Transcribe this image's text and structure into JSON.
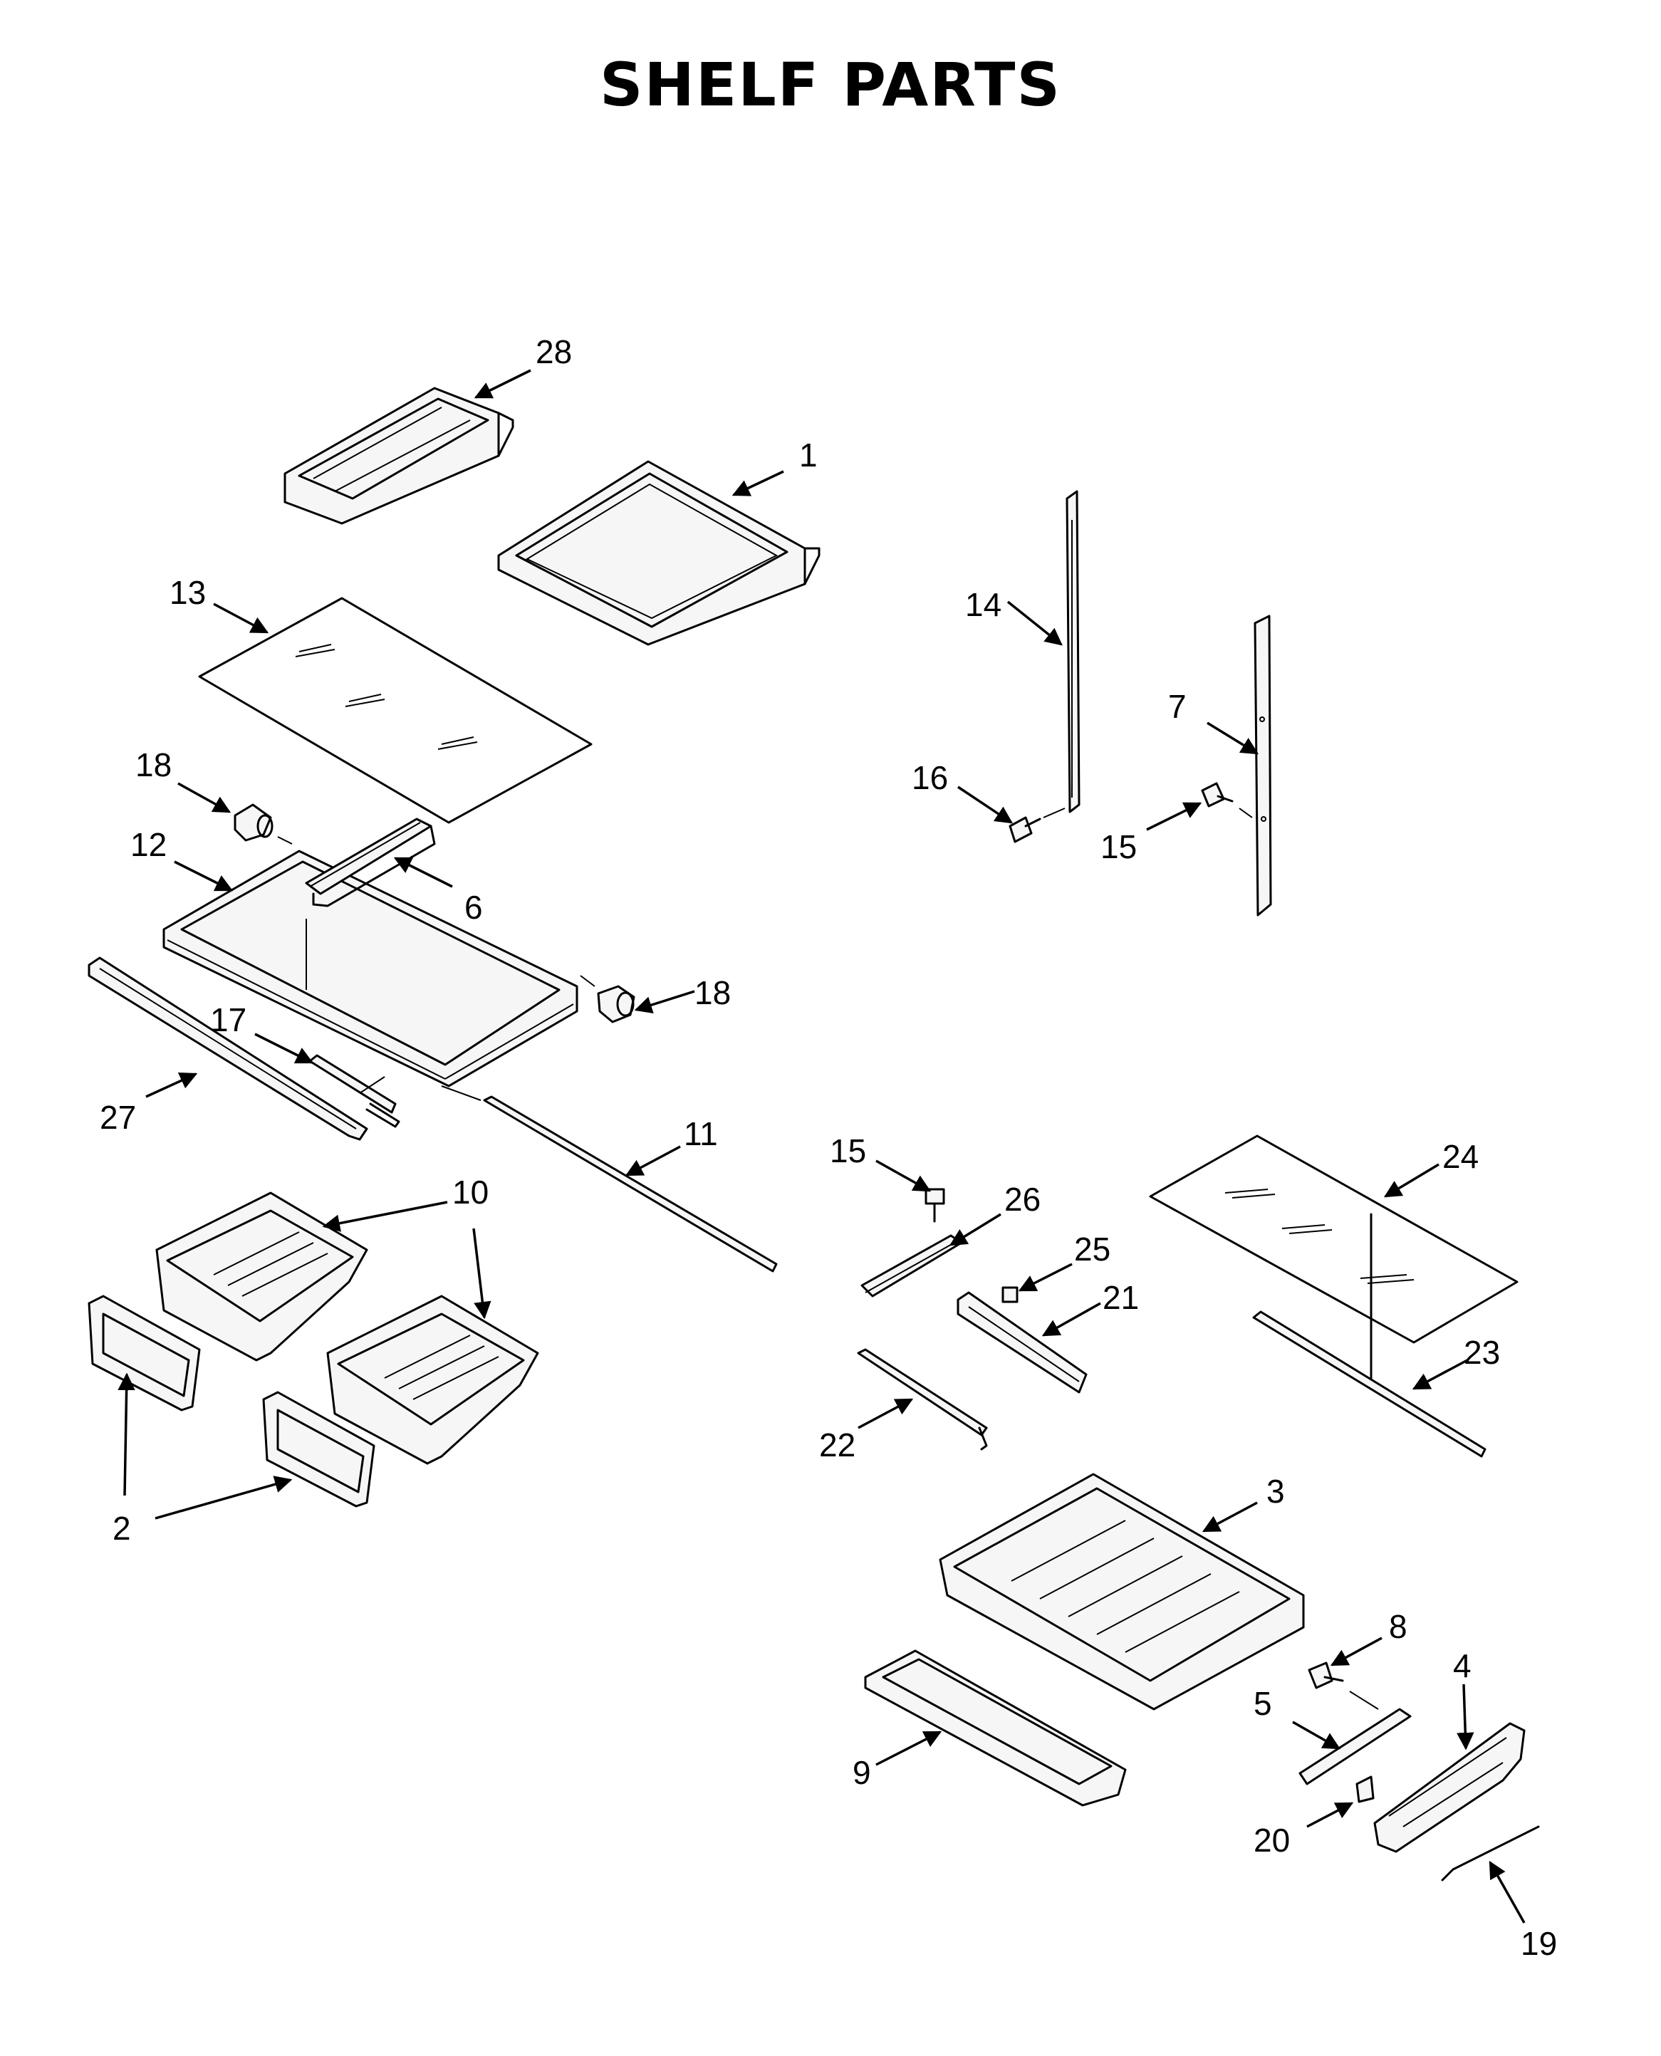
{
  "title": "SHELF PARTS",
  "callouts": [
    "1",
    "2",
    "3",
    "4",
    "5",
    "6",
    "7",
    "8",
    "9",
    "10",
    "11",
    "12",
    "13",
    "14",
    "15",
    "16",
    "17",
    "18",
    "19",
    "20",
    "21",
    "22",
    "23",
    "24",
    "25",
    "26",
    "27",
    "28"
  ]
}
